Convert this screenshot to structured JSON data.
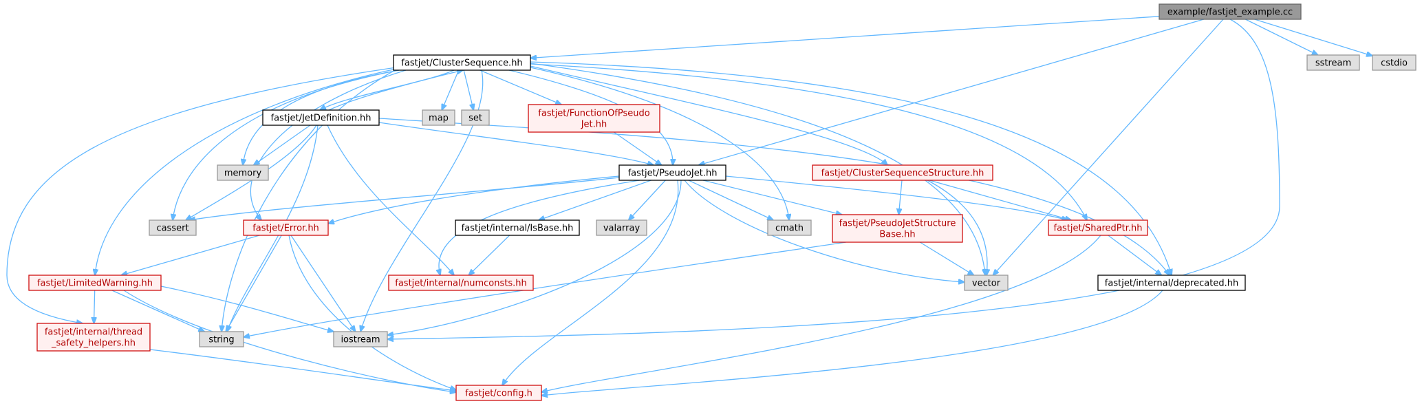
{
  "graph": {
    "nodes": {
      "fastjet_example": "example/fastjet_example.cc",
      "clustersequence": "fastjet/ClusterSequence.hh",
      "sstream": "sstream",
      "cstdio": "cstdio",
      "jetdefinition": "fastjet/JetDefinition.hh",
      "map": "map",
      "set": "set",
      "functionofpseudojet": [
        "fastjet/FunctionOfPseudo",
        "Jet.hh"
      ],
      "memory": "memory",
      "pseudojet": "fastjet/PseudoJet.hh",
      "clusterseqstructure": "fastjet/ClusterSequenceStructure.hh",
      "cassert": "cassert",
      "error": "fastjet/Error.hh",
      "isbase": "fastjet/internal/IsBase.hh",
      "valarray": "valarray",
      "cmath": "cmath",
      "pseudojetstructurebase": [
        "fastjet/PseudoJetStructure",
        "Base.hh"
      ],
      "sharedptr": "fastjet/SharedPtr.hh",
      "limitedwarning": "fastjet/LimitedWarning.hh",
      "numconsts": "fastjet/internal/numconsts.hh",
      "vector": "vector",
      "deprecated": "fastjet/internal/deprecated.hh",
      "threadsafety": [
        "fastjet/internal/thread",
        "_safety_helpers.hh"
      ],
      "string": "string",
      "iostream": "iostream",
      "config": "fastjet/config.h"
    }
  }
}
